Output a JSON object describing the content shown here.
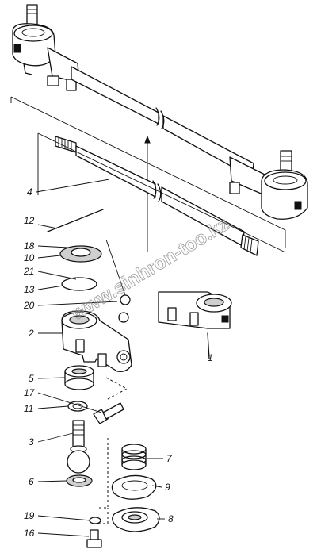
{
  "watermark": "www.sinhron-too.kz",
  "callouts": {
    "c1": "1",
    "c2": "2",
    "c3": "3",
    "c4": "4",
    "c5": "5",
    "c6": "6",
    "c7": "7",
    "c8": "8",
    "c9": "9",
    "c10": "10",
    "c11": "11",
    "c12": "12",
    "c13": "13",
    "c16": "16",
    "c17": "17",
    "c18": "18",
    "c19": "19",
    "c20": "20",
    "c21": "21"
  }
}
